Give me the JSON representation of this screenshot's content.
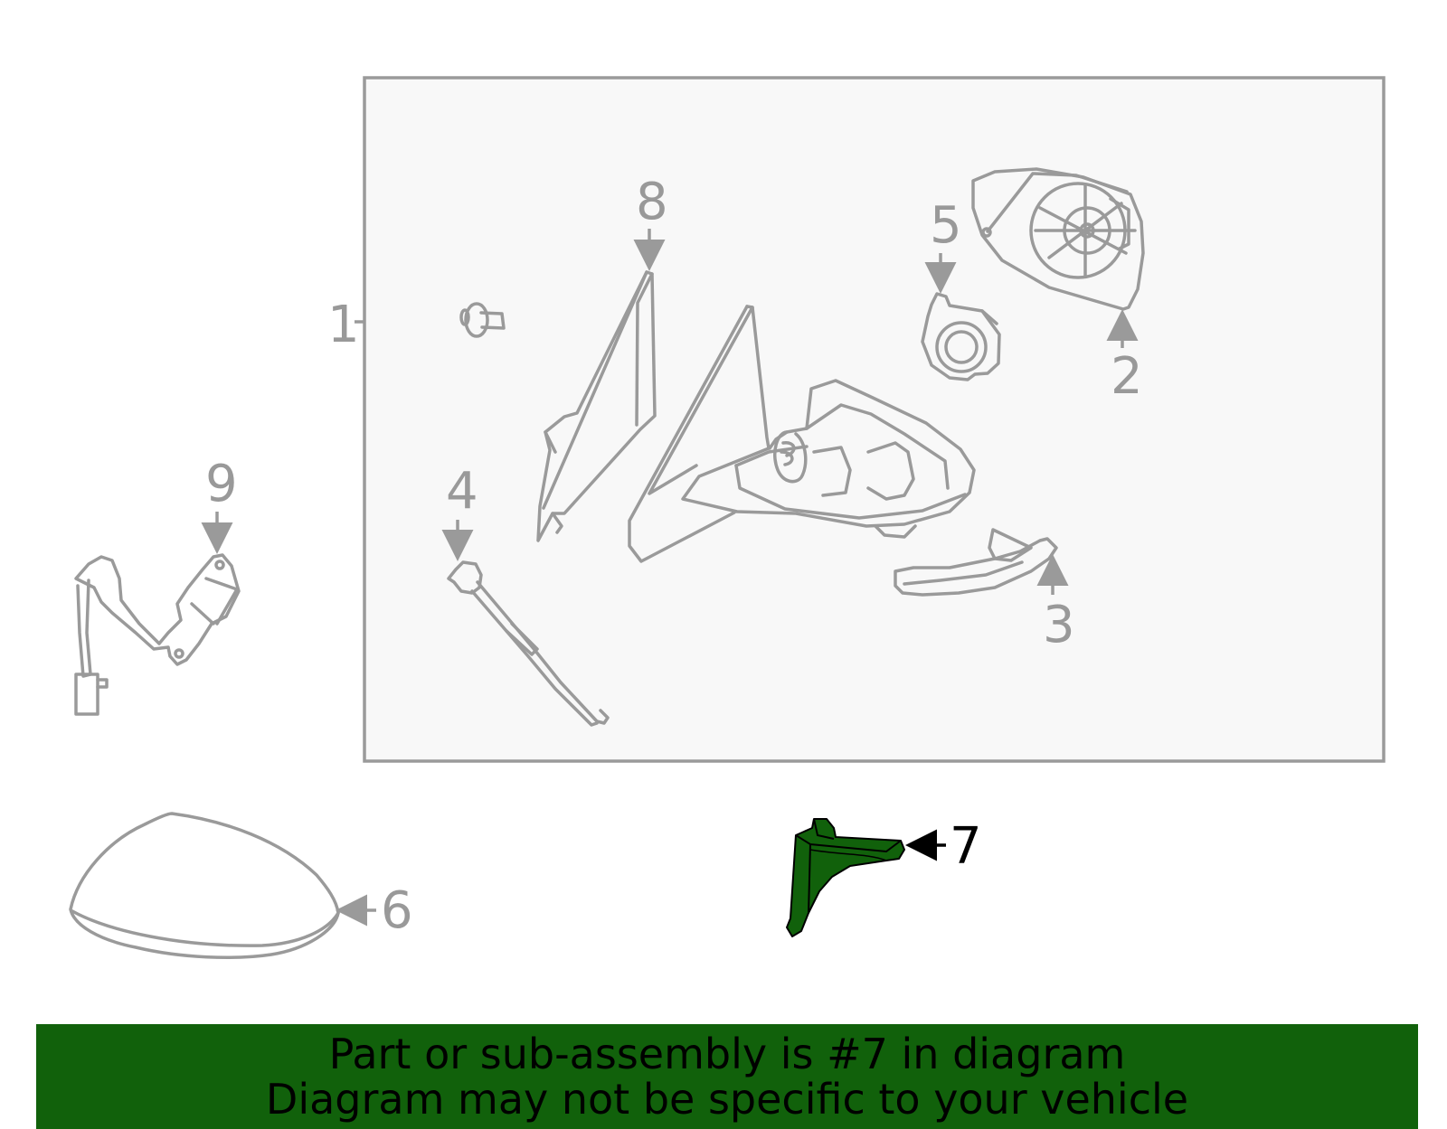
{
  "diagram": {
    "callouts": {
      "c1": "1",
      "c2": "2",
      "c3": "3",
      "c4": "4",
      "c5": "5",
      "c6": "6",
      "c7": "7",
      "c8": "8",
      "c9": "9"
    },
    "highlight_part": "7",
    "colors": {
      "banner": "#11610b",
      "highlight_part": "#11610b",
      "line_art": "#9a9a9a",
      "assembly_box_fill": "#f8f8f8"
    }
  },
  "banner": {
    "line1": "Part or sub-assembly is #7 in diagram",
    "line2": "Diagram may not be specific to your vehicle"
  }
}
